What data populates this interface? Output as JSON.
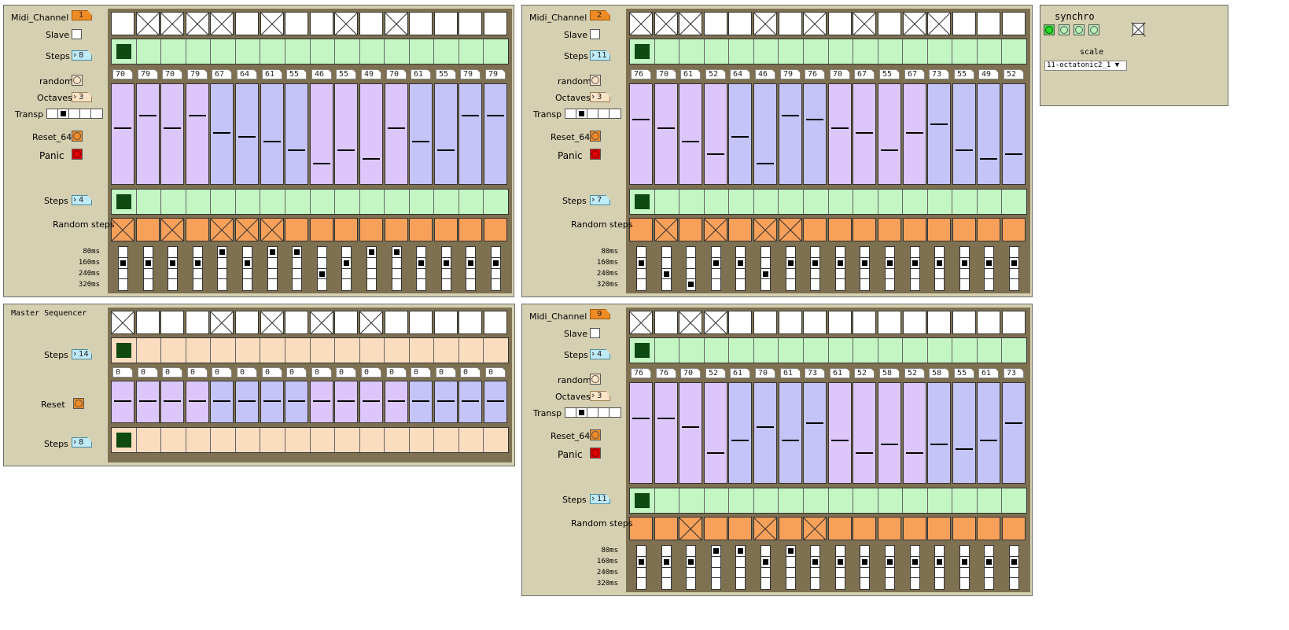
{
  "modules": [
    {
      "kind": "sequencer",
      "midi_label": "Midi_Channel",
      "midi_value": "1",
      "slave_label": "Slave",
      "steps_label": "Steps",
      "steps_value": "8",
      "random_label": "random",
      "octaves_label": "Octaves",
      "octaves_value": "3",
      "transp_label": "Transp",
      "transp_active": 1,
      "reset_label": "Reset_64",
      "panic_label": "Panic",
      "steps2_label": "Steps",
      "steps2_value": "4",
      "random_steps_label": "Random steps",
      "ms_labels": [
        "80ms",
        "160ms",
        "240ms",
        "320ms"
      ],
      "top_toggles": [
        0,
        1,
        1,
        1,
        1,
        0,
        1,
        0,
        0,
        1,
        0,
        1,
        0,
        0,
        0,
        0
      ],
      "notes": [
        "70",
        "79",
        "70",
        "79",
        "67",
        "64",
        "61",
        "55",
        "46",
        "55",
        "49",
        "70",
        "61",
        "55",
        "79",
        "79"
      ],
      "note_values": [
        70,
        79,
        70,
        79,
        67,
        64,
        61,
        55,
        46,
        55,
        49,
        70,
        61,
        55,
        79,
        79
      ],
      "slider_colors": [
        "p",
        "p",
        "p",
        "p",
        "b",
        "b",
        "b",
        "b",
        "p",
        "p",
        "p",
        "p",
        "b",
        "b",
        "b",
        "b"
      ],
      "random_steps": [
        1,
        0,
        1,
        0,
        1,
        1,
        1,
        0,
        0,
        0,
        0,
        0,
        0,
        0,
        0,
        0
      ],
      "durations": [
        1,
        1,
        1,
        1,
        0,
        1,
        0,
        0,
        2,
        1,
        0,
        0,
        1,
        1,
        1,
        1
      ],
      "step_pos": 0,
      "step2_pos": 0
    },
    {
      "kind": "sequencer",
      "midi_label": "Midi_Channel",
      "midi_value": "2",
      "slave_label": "Slave",
      "steps_label": "Steps",
      "steps_value": "11",
      "random_label": "random",
      "octaves_label": "Octaves",
      "octaves_value": "3",
      "transp_label": "Transp",
      "transp_active": 1,
      "reset_label": "Reset_64",
      "panic_label": "Panic",
      "steps2_label": "Steps",
      "steps2_value": "7",
      "random_steps_label": "Random steps",
      "ms_labels": [
        "80ms",
        "160ms",
        "240ms",
        "320ms"
      ],
      "top_toggles": [
        1,
        1,
        1,
        0,
        0,
        1,
        0,
        1,
        0,
        1,
        0,
        1,
        1,
        0,
        0,
        0
      ],
      "notes": [
        "76",
        "70",
        "61",
        "52",
        "64",
        "46",
        "79",
        "76",
        "70",
        "67",
        "55",
        "67",
        "73",
        "55",
        "49",
        "52"
      ],
      "note_values": [
        76,
        70,
        61,
        52,
        64,
        46,
        79,
        76,
        70,
        67,
        55,
        67,
        73,
        55,
        49,
        52
      ],
      "slider_colors": [
        "p",
        "p",
        "p",
        "p",
        "b",
        "b",
        "b",
        "b",
        "p",
        "p",
        "p",
        "p",
        "b",
        "b",
        "b",
        "b"
      ],
      "random_steps": [
        0,
        1,
        0,
        1,
        0,
        1,
        1,
        0,
        0,
        0,
        0,
        0,
        0,
        0,
        0,
        0
      ],
      "durations": [
        1,
        2,
        3,
        1,
        1,
        2,
        1,
        1,
        1,
        1,
        1,
        1,
        1,
        1,
        1,
        1
      ],
      "step_pos": 0,
      "step2_pos": 0
    },
    {
      "kind": "master",
      "title": "Master Sequencer",
      "steps_label": "Steps",
      "steps_value": "14",
      "reset_label": "Reset",
      "steps2_label": "Steps",
      "steps2_value": "8",
      "top_toggles": [
        1,
        0,
        0,
        0,
        1,
        0,
        1,
        0,
        1,
        0,
        1,
        0,
        0,
        0,
        0,
        0
      ],
      "notes": [
        "0",
        "0",
        "0",
        "0",
        "0",
        "0",
        "0",
        "0",
        "0",
        "0",
        "0",
        "0",
        "0",
        "0",
        "0",
        "0"
      ],
      "slider_colors": [
        "p",
        "p",
        "p",
        "p",
        "b",
        "b",
        "b",
        "b",
        "p",
        "p",
        "p",
        "p",
        "b",
        "b",
        "b",
        "b"
      ],
      "step_pos": 0,
      "step2_pos": 0
    },
    {
      "kind": "sequencer",
      "midi_label": "Midi_Channel",
      "midi_value": "9",
      "slave_label": "Slave",
      "steps_label": "Steps",
      "steps_value": "4",
      "random_label": "random",
      "octaves_label": "Octaves",
      "octaves_value": "3",
      "transp_label": "Transp",
      "transp_active": 1,
      "reset_label": "Reset_64",
      "panic_label": "Panic",
      "steps2_label": "Steps",
      "steps2_value": "11",
      "random_steps_label": "Random steps",
      "ms_labels": [
        "80ms",
        "160ms",
        "240ms",
        "320ms"
      ],
      "top_toggles": [
        1,
        0,
        1,
        1,
        0,
        0,
        0,
        0,
        0,
        0,
        0,
        0,
        0,
        0,
        0,
        0
      ],
      "notes": [
        "76",
        "76",
        "70",
        "52",
        "61",
        "70",
        "61",
        "73",
        "61",
        "52",
        "58",
        "52",
        "58",
        "55",
        "61",
        "73"
      ],
      "note_values": [
        76,
        76,
        70,
        52,
        61,
        70,
        61,
        73,
        61,
        52,
        58,
        52,
        58,
        55,
        61,
        73
      ],
      "slider_colors": [
        "p",
        "p",
        "p",
        "p",
        "b",
        "b",
        "b",
        "b",
        "p",
        "p",
        "p",
        "p",
        "b",
        "b",
        "b",
        "b"
      ],
      "random_steps": [
        0,
        0,
        1,
        0,
        0,
        1,
        0,
        1,
        0,
        0,
        0,
        0,
        0,
        0,
        0,
        0
      ],
      "durations": [
        1,
        1,
        1,
        0,
        0,
        1,
        0,
        1,
        1,
        1,
        1,
        1,
        1,
        1,
        1,
        1
      ],
      "step_pos": 0,
      "step2_pos": 0
    }
  ],
  "synchro": {
    "title": "synchro",
    "scale_label": "scale",
    "scale_value": "11-octatonic2_1 ▼",
    "leds": [
      "green",
      "lgreen",
      "lgreen",
      "lgreen"
    ],
    "toggle": 1
  }
}
